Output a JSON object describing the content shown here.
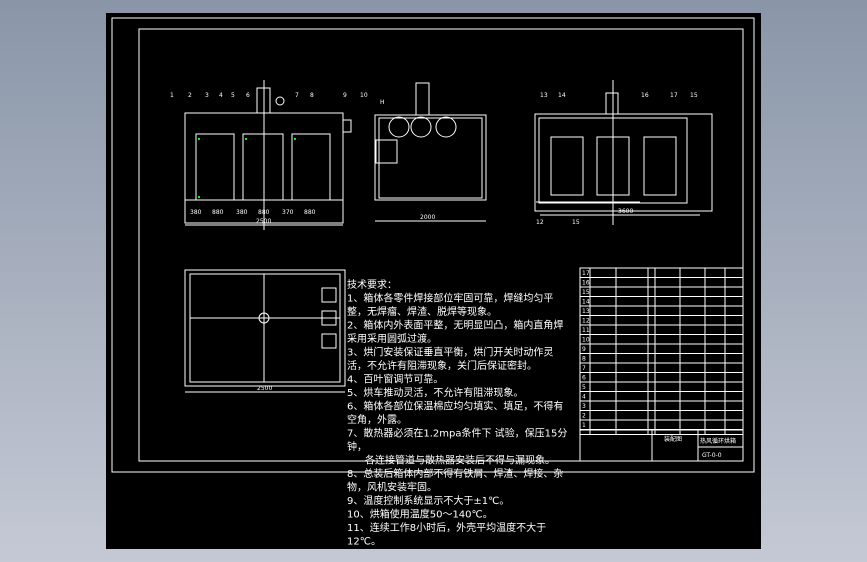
{
  "colors": {
    "background": "#000000",
    "lines": "#ffffff",
    "accent": "#00ff00"
  },
  "requirements": {
    "title": "技术要求：",
    "lines": [
      "1、箱体各零件焊接部位牢固可靠，焊缝均匀平",
      "整，无焊瘤、焊渣、脱焊等现象。",
      "2、箱体内外表面平整，无明显凹凸，箱内直角焊",
      "采用采用圆弧过渡。",
      "3、烘门安装保证垂直平衡，烘门开关时动作灵",
      "活，不允许有阻滞现象，关门后保证密封。",
      "4、百叶窗调节可靠。",
      "5、烘车推动灵活，不允许有阻滞现象。",
      "6、箱体各部位保温棉应均匀填实、填足，不得有",
      "空角，外露。",
      "7、散热器必须在1.2mpa条件下 试验，保压15分",
      "钟，",
      "各连接管道与散热器安装后不得与漏现象。",
      "8、总装后箱体内部不得有铁屑、焊渣、焊接、杂",
      "物，风机安装牢固。",
      "9、温度控制系统显示不大于±1℃。",
      "10、烘箱使用温度50～140℃。",
      "11、连续工作8小时后，外壳平均温度不大于",
      "12℃。"
    ]
  },
  "front_view": {
    "callouts": [
      "1",
      "2",
      "3",
      "4",
      "5",
      "6",
      "7",
      "8",
      "9",
      "10"
    ],
    "dims": [
      "380",
      "880",
      "380",
      "880",
      "370",
      "880"
    ],
    "overall": "2500"
  },
  "side_view": {
    "overall": "2000",
    "label": "H"
  },
  "rear_view": {
    "callouts": [
      "13",
      "14",
      "16",
      "17",
      "15",
      "12",
      "15"
    ],
    "overall": "3600"
  },
  "plan_view": {
    "overall": "2500"
  },
  "bom": {
    "rows": [
      "17",
      "16",
      "15",
      "14",
      "13",
      "12",
      "11",
      "10",
      "9",
      "8",
      "7",
      "6",
      "5",
      "4",
      "3",
      "2",
      "1"
    ]
  },
  "title_block": {
    "drawing_name": "装配图",
    "product": "热风循环烘箱",
    "code": "GT-0-0"
  }
}
